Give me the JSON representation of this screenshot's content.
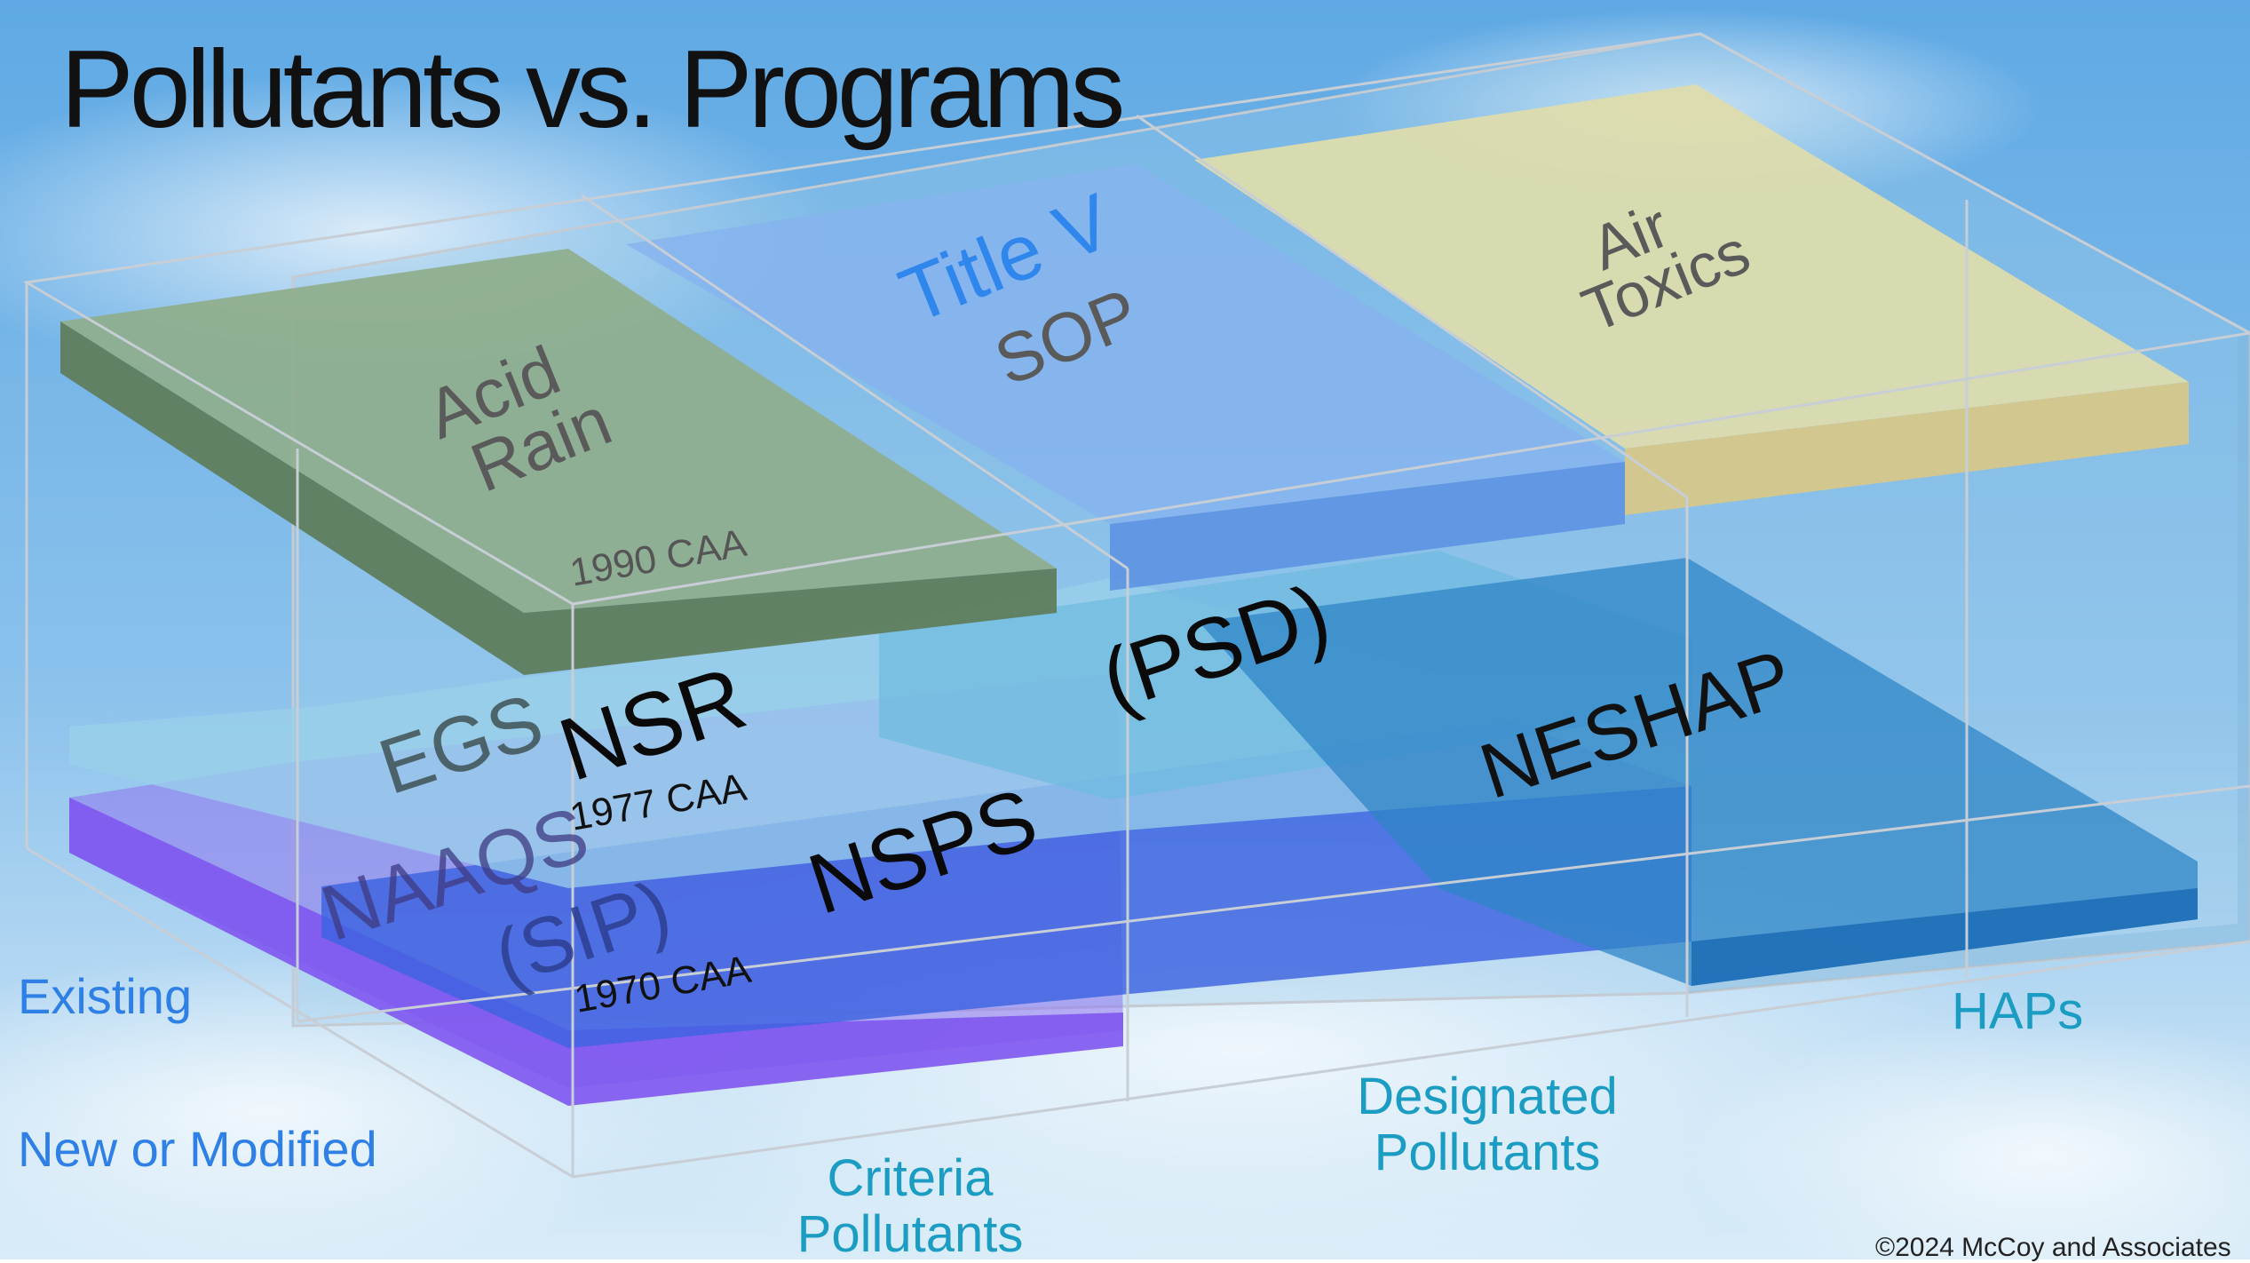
{
  "title": "Pollutants vs. Programs",
  "row_labels": {
    "existing": "Existing",
    "new_or_modified": "New or Modified"
  },
  "column_labels": {
    "criteria": [
      "Criteria",
      "Pollutants"
    ],
    "designated": [
      "Designated",
      "Pollutants"
    ],
    "haps": "HAPs"
  },
  "programs": {
    "acid_rain": [
      "Acid",
      "Rain"
    ],
    "title_v": "Title V",
    "sop": "SOP",
    "air_toxics": [
      "Air",
      "Toxics"
    ],
    "nsr": "NSR",
    "psd": "(PSD)",
    "egs": "EGS",
    "neshap": "NESHAP",
    "naaqs": "NAAQS",
    "sip": "(SIP)",
    "nsps": "NSPS"
  },
  "years": {
    "caa_1990": "1990 CAA",
    "caa_1977": "1977 CAA",
    "caa_1970": "1970 CAA"
  },
  "copyright": "©2024 McCoy and Associates",
  "colors": {
    "acid_rain": "#8fae8c",
    "title_v": "#86b4ee",
    "air_toxics": "#dfdcab",
    "nsr": "#7fc6e2",
    "nsps": "#3d63e0",
    "naaqs": "#8f74ee",
    "neshap": "#2f86c7",
    "label_blue": "#2e7fe6",
    "label_teal": "#1b9cc2"
  }
}
